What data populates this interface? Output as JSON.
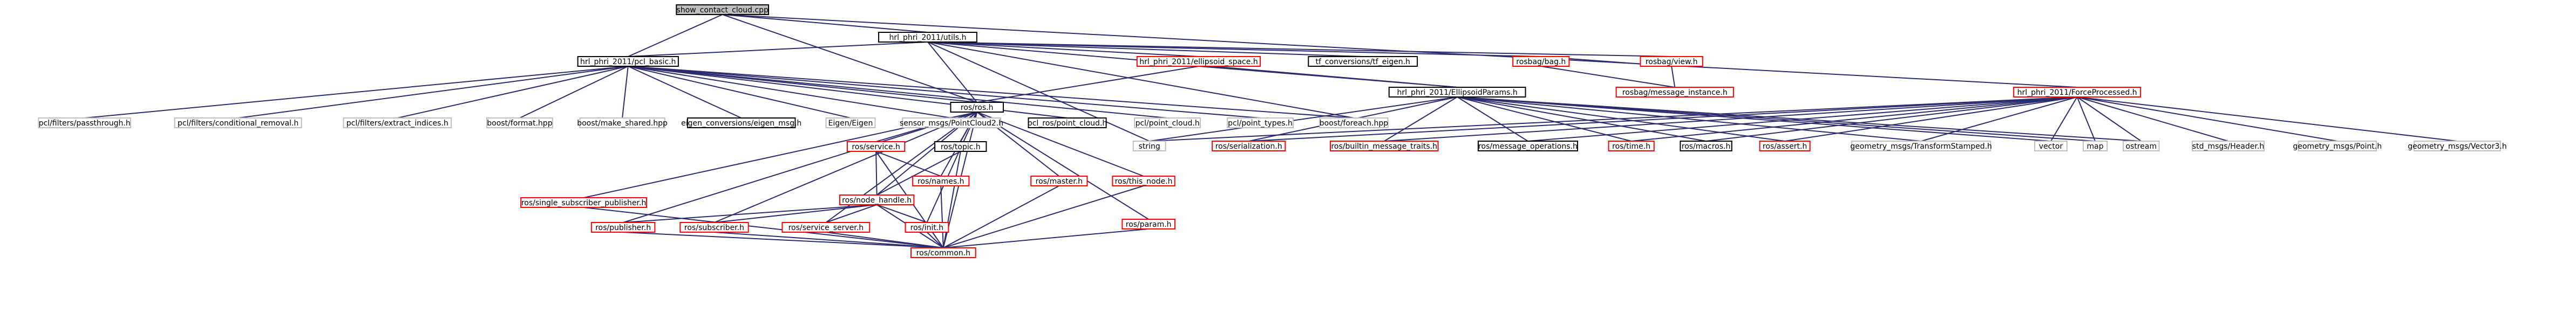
{
  "colors": {
    "root_fill": "#bfbfbf",
    "node_fill": "#ffffff",
    "border_black": "#000000",
    "border_red": "#ff0000",
    "border_gray": "#bfbfbf",
    "edge_blue": "#2b2b6e",
    "edge_red": "#8b0000"
  },
  "nodes": {
    "show_contact_cloud_cpp": "show_contact_cloud.cpp",
    "hrl_phri_2011_utils_h": "hrl_phri_2011/utils.h",
    "hrl_phri_2011_pcl_basic_h": "hrl_phri_2011/pcl_basic.h",
    "ros_ros_h": "ros/ros.h",
    "hrl_phri_2011_ellipsoid_space_h": "hrl_phri_2011/ellipsoid_space.h",
    "tf_conversions_tf_eigen_h": "tf_conversions/tf_eigen.h",
    "rosbag_bag_h": "rosbag/bag.h",
    "rosbag_view_h": "rosbag/view.h",
    "rosbag_message_instance_h": "rosbag/message_instance.h",
    "hrl_phri_2011_EllipsoidParams_h": "hrl_phri_2011/EllipsoidParams.h",
    "hrl_phri_2011_ForceProcessed_h": "hrl_phri_2011/ForceProcessed.h",
    "pcl_filters_passthrough_h": "pcl/filters/passthrough.h",
    "pcl_filters_conditional_removal_h": "pcl/filters/conditional_removal.h",
    "pcl_filters_extract_indices_h": "pcl/filters/extract_indices.h",
    "boost_format_hpp": "boost/format.hpp",
    "boost_make_shared_hpp": "boost/make_shared.hpp",
    "eigen_conversions_eigen_msg_h": "eigen_conversions/eigen_msg.h",
    "Eigen_Eigen": "Eigen/Eigen",
    "sensor_msgs_PointCloud2_h": "sensor_msgs/PointCloud2.h",
    "pcl_ros_point_cloud_h": "pcl_ros/point_cloud.h",
    "pcl_point_cloud_h": "pcl/point_cloud.h",
    "pcl_point_types_h": "pcl/point_types.h",
    "boost_foreach_hpp": "boost/foreach.hpp",
    "string": "string",
    "ros_serialization_h": "ros/serialization.h",
    "ros_builtin_message_traits_h": "ros/builtin_message_traits.h",
    "ros_message_operations_h": "ros/message_operations.h",
    "ros_time_h": "ros/time.h",
    "ros_macros_h": "ros/macros.h",
    "ros_assert_h": "ros/assert.h",
    "geometry_msgs_TransformStamped_h": "geometry_msgs/TransformStamped.h",
    "vector": "vector",
    "map": "map",
    "ostream": "ostream",
    "std_msgs_Header_h": "std_msgs/Header.h",
    "geometry_msgs_Point_h": "geometry_msgs/Point.h",
    "geometry_msgs_Vector3_h": "geometry_msgs/Vector3.h",
    "ros_service_h": "ros/service.h",
    "ros_topic_h": "ros/topic.h",
    "ros_single_subscriber_publisher_h": "ros/single_subscriber_publisher.h",
    "ros_node_handle_h": "ros/node_handle.h",
    "ros_names_h": "ros/names.h",
    "ros_master_h": "ros/master.h",
    "ros_this_node_h": "ros/this_node.h",
    "ros_param_h": "ros/param.h",
    "ros_publisher_h": "ros/publisher.h",
    "ros_subscriber_h": "ros/subscriber.h",
    "ros_service_server_h": "ros/service_server.h",
    "ros_init_h": "ros/init.h",
    "ros_common_h": "ros/common.h"
  }
}
